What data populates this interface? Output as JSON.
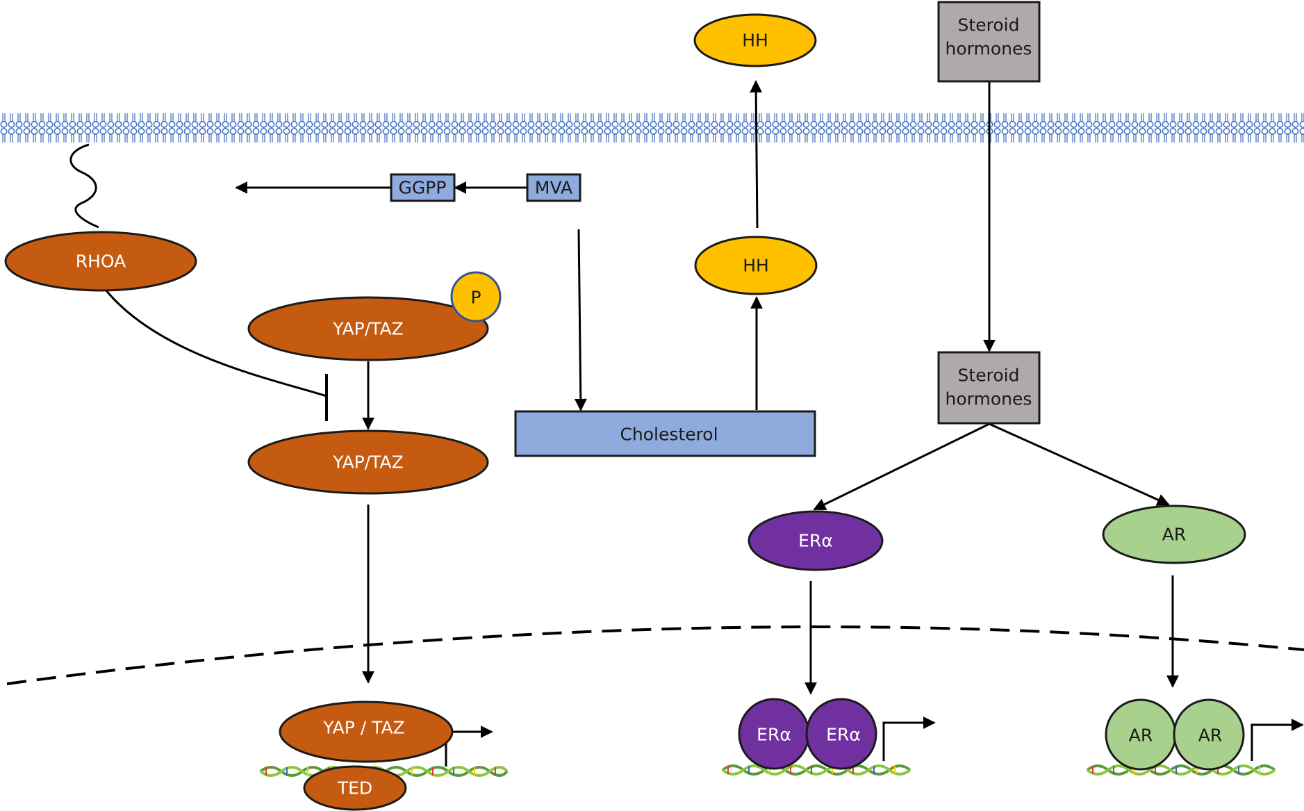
{
  "colors": {
    "yap_pathway": "#c55a11",
    "hh": "#ffc000",
    "metabolite_box": "#8faadc",
    "steroid_box": "#aeaaaa",
    "er_alpha": "#7030a0",
    "ar": "#a9d18e",
    "membrane": "#4472c4",
    "outline": "#1a1a1a"
  },
  "nodes": {
    "hh_extracellular": "HH",
    "steroid_hormones_extracellular": [
      "Steroid",
      "hormones"
    ],
    "ggpp": "GGPP",
    "mva": "MVA",
    "rhoa": "RHOA",
    "phospho": "P",
    "yap_taz_phosphorylated": "YAP/TAZ",
    "hh_intracellular": "HH",
    "steroid_hormones_intracellular": [
      "Steroid",
      "hormones"
    ],
    "yap_taz_active": "YAP/TAZ",
    "cholesterol": "Cholesterol",
    "er_alpha": "ERα",
    "ar": "AR",
    "yap_taz_nuclear": "YAP / TAZ",
    "ted": "TED",
    "er_alpha_dimer": [
      "ERα",
      "ERα"
    ],
    "ar_dimer": [
      "AR",
      "AR"
    ]
  }
}
